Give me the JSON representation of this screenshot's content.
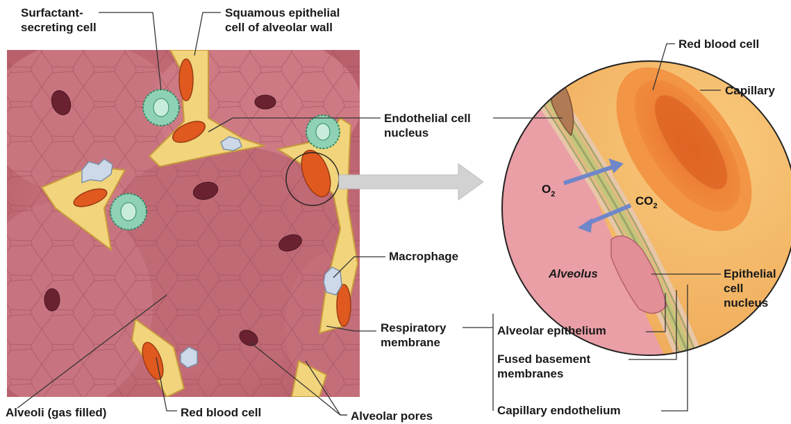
{
  "labels": {
    "surfactant": [
      "Surfactant-",
      "secreting cell"
    ],
    "squamous": [
      "Squamous epithelial",
      "cell of alveolar wall"
    ],
    "endothelial_nucleus": [
      "Endothelial cell",
      "nucleus"
    ],
    "macrophage": "Macrophage",
    "respiratory_membrane": [
      "Respiratory",
      "membrane"
    ],
    "alveoli": "Alveoli (gas filled)",
    "red_blood_cell_left": "Red blood cell",
    "alveolar_pores": "Alveolar pores",
    "red_blood_cell_right": "Red blood cell",
    "capillary": "Capillary",
    "alveolus": "Alveolus",
    "epithelial_nucleus": [
      "Epithelial",
      "cell",
      "nucleus"
    ],
    "alveolar_epithelium": "Alveolar epithelium",
    "fused_basement": [
      "Fused basement",
      "membranes"
    ],
    "capillary_endothelium": "Capillary endothelium"
  },
  "gases": {
    "o2": {
      "base": "O",
      "sub": "2"
    },
    "co2": {
      "base": "CO",
      "sub": "2"
    }
  },
  "colors": {
    "alveolar_tissue": "#c8737e",
    "tissue_line": "#8e3f4c",
    "wall_yellow": "#f0d27a",
    "blood_red": "#e05a24",
    "surfactant_green": "#8fd1b4",
    "macrophage_blue": "#c8d6e6",
    "capillary_orange": "#f6b861",
    "gas_arrow": "#6f86c9",
    "leader_line": "#333333"
  }
}
